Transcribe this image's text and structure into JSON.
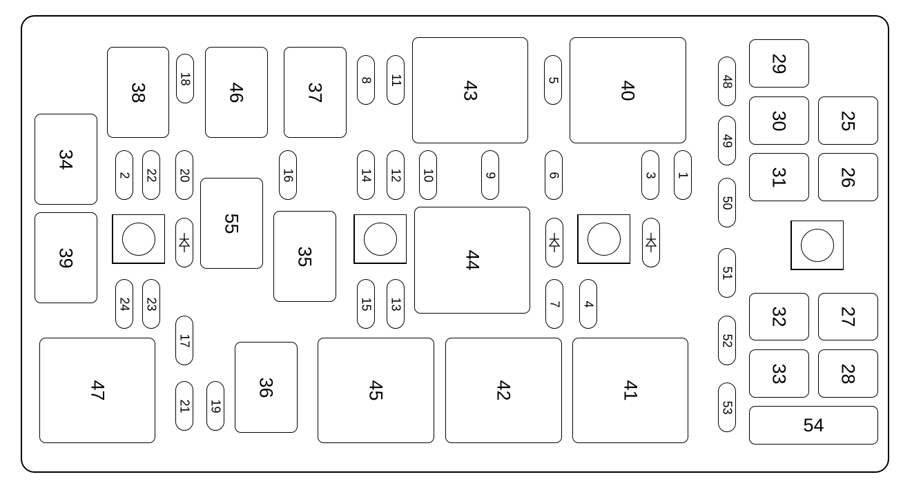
{
  "title": "Fuse block layout",
  "large_fuses": [
    "38",
    "46",
    "37",
    "43",
    "40",
    "29",
    "30",
    "25",
    "31",
    "26",
    "34",
    "39",
    "55",
    "35",
    "44",
    "32",
    "27",
    "33",
    "28",
    "54",
    "47",
    "36",
    "45",
    "42",
    "41"
  ],
  "small_fuses": [
    "18",
    "8",
    "11",
    "5",
    "48",
    "49",
    "50",
    "51",
    "52",
    "53",
    "2",
    "22",
    "20",
    "16",
    "14",
    "12",
    "10",
    "9",
    "6",
    "3",
    "1",
    "24",
    "23",
    "17",
    "15",
    "13",
    "7",
    "4",
    "21",
    "19"
  ],
  "diodes": [
    "diode",
    "diode",
    "diode"
  ],
  "relays": [
    "relay",
    "relay",
    "relay",
    "relay"
  ]
}
